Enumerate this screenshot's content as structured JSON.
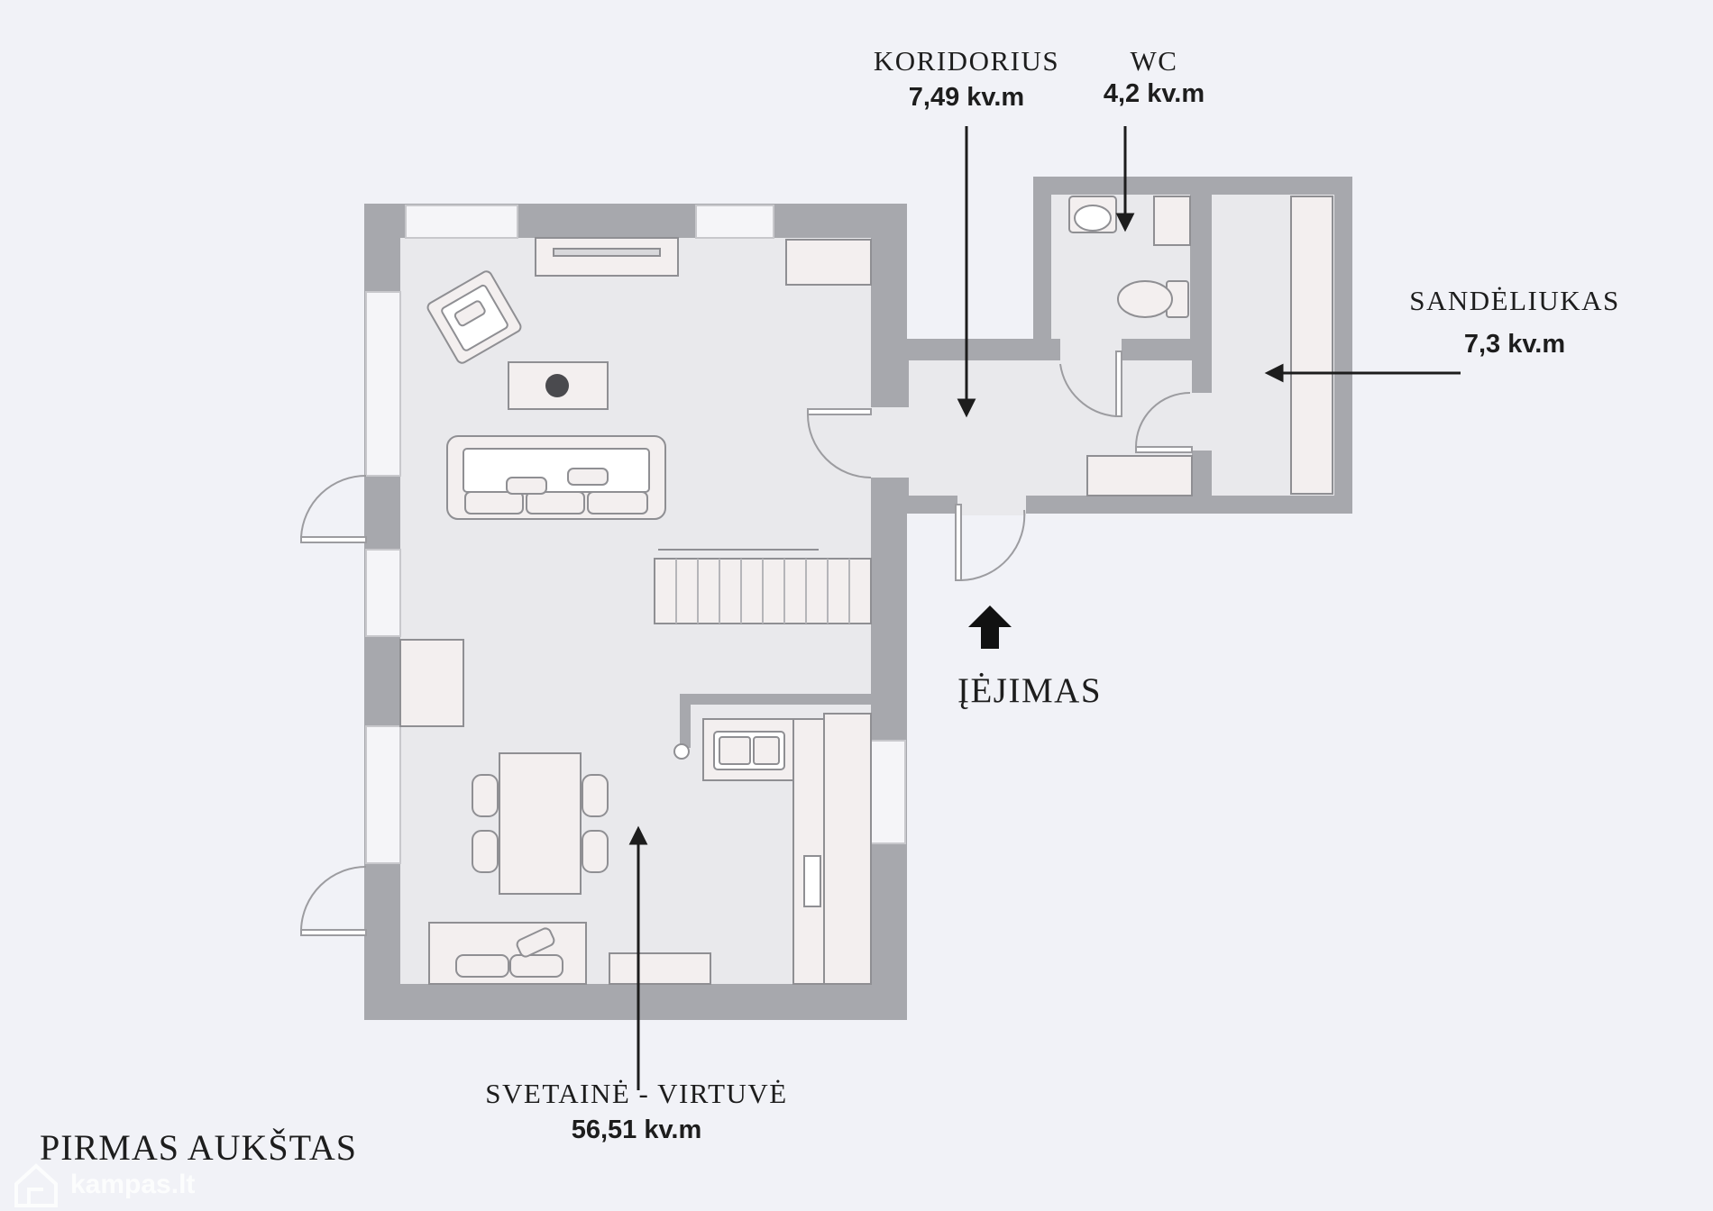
{
  "floor_title": "PIRMAS AUKŠTAS",
  "entrance_label": "ĮĖJIMAS",
  "rooms": {
    "corridor": {
      "name": "KORIDORIUS",
      "area": "7,49 kv.m"
    },
    "wc": {
      "name": "WC",
      "area": "4,2 kv.m"
    },
    "storage": {
      "name": "SANDĖLIUKAS",
      "area": "7,3 kv.m"
    },
    "living_kitchen": {
      "name": "SVETAINĖ - VIRTUVĖ",
      "area": "56,51 kv.m"
    }
  },
  "watermark": {
    "text": "kampas.lt",
    "icon": "house-logo-icon"
  },
  "colors": {
    "background": "#f1f2f7",
    "wall": "#a7a8ad",
    "floor": "#e9e9ec",
    "furniture": "#f3efef",
    "outline": "#8f8f93",
    "text": "#1d1d1d"
  }
}
